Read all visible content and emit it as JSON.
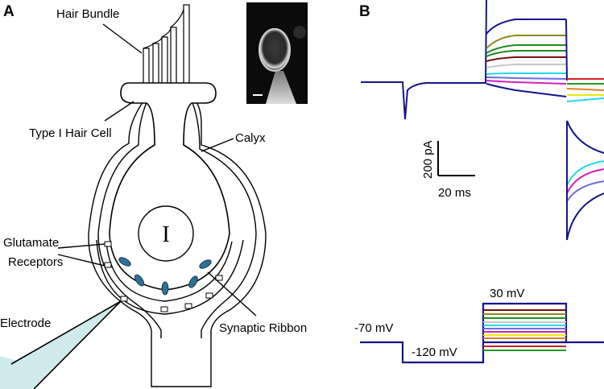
{
  "panels": {
    "a": {
      "letter": "A",
      "labels": {
        "hair_bundle": "Hair Bundle",
        "type1_hair_cell": "Type I Hair Cell",
        "calyx": "Calyx",
        "glutamate": "Glutamate",
        "receptors": "Receptors",
        "electrode": "Electrode",
        "synaptic_ribbon": "Synaptic Ribbon",
        "nucleus": "I"
      }
    },
    "b": {
      "letter": "B",
      "scale_bar": {
        "current": "200 pA",
        "time": "20 ms"
      },
      "voltage_labels": {
        "hold": "-70 mV",
        "pre": "-120 mV",
        "step": "30 mV"
      }
    }
  },
  "colors": {
    "trace_primary": "#14148c",
    "electrode_fill": "#cfeaec",
    "ribbon": "#2e6f95",
    "series": [
      "#14148c",
      "#8b8b1c",
      "#1e8c1e",
      "#7a1010",
      "#c8c8c8",
      "#22d8e8",
      "#6a6ae0",
      "#d020c0",
      "#e8e810",
      "#e08020",
      "#d02020",
      "#229922"
    ]
  }
}
